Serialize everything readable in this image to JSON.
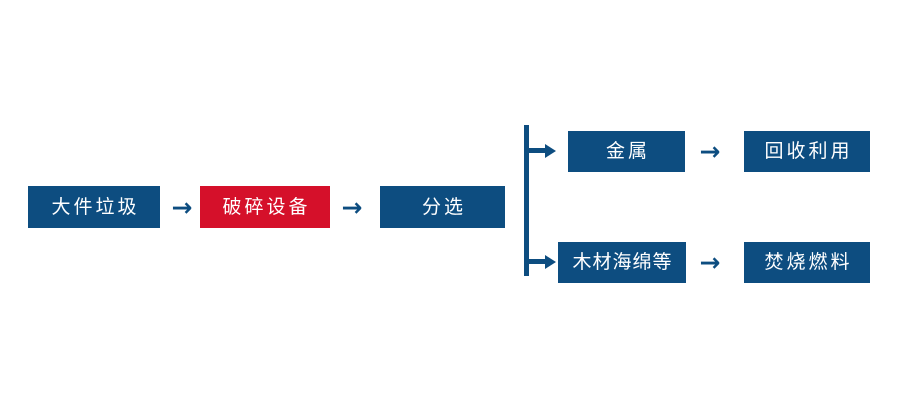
{
  "diagram": {
    "type": "process-flowchart",
    "orientation": "left-to-right",
    "background_color": "#ffffff",
    "colors": {
      "primary": "#0d4d80",
      "highlight": "#d5102a",
      "node_text": "#ffffff",
      "connector": "#0d4d80"
    },
    "nodes": [
      {
        "id": "input",
        "label": "大件垃圾",
        "color": "#0d4d80",
        "row": "main"
      },
      {
        "id": "shredder",
        "label": "破碎设备",
        "color": "#d5102a",
        "row": "main"
      },
      {
        "id": "sorting",
        "label": "分选",
        "color": "#0d4d80",
        "row": "main"
      },
      {
        "id": "metal",
        "label": "金属",
        "color": "#0d4d80",
        "row": "top-branch"
      },
      {
        "id": "recycle",
        "label": "回收利用",
        "color": "#0d4d80",
        "row": "top-branch"
      },
      {
        "id": "wood",
        "label": "木材海绵等",
        "color": "#0d4d80",
        "row": "bottom-branch"
      },
      {
        "id": "fuel",
        "label": "焚烧燃料",
        "color": "#0d4d80",
        "row": "bottom-branch"
      }
    ],
    "connectors": [
      {
        "id": "arrow-input-shredder",
        "glyph": "→",
        "from": "input",
        "to": "shredder"
      },
      {
        "id": "arrow-shredder-sorting",
        "glyph": "→",
        "from": "shredder",
        "to": "sorting"
      },
      {
        "id": "split-sorting",
        "glyph": "",
        "from": "sorting",
        "to": "metal,wood"
      },
      {
        "id": "arrow-metal-recycle",
        "glyph": "→",
        "from": "metal",
        "to": "recycle"
      },
      {
        "id": "arrow-wood-fuel",
        "glyph": "→",
        "from": "wood",
        "to": "fuel"
      }
    ]
  }
}
